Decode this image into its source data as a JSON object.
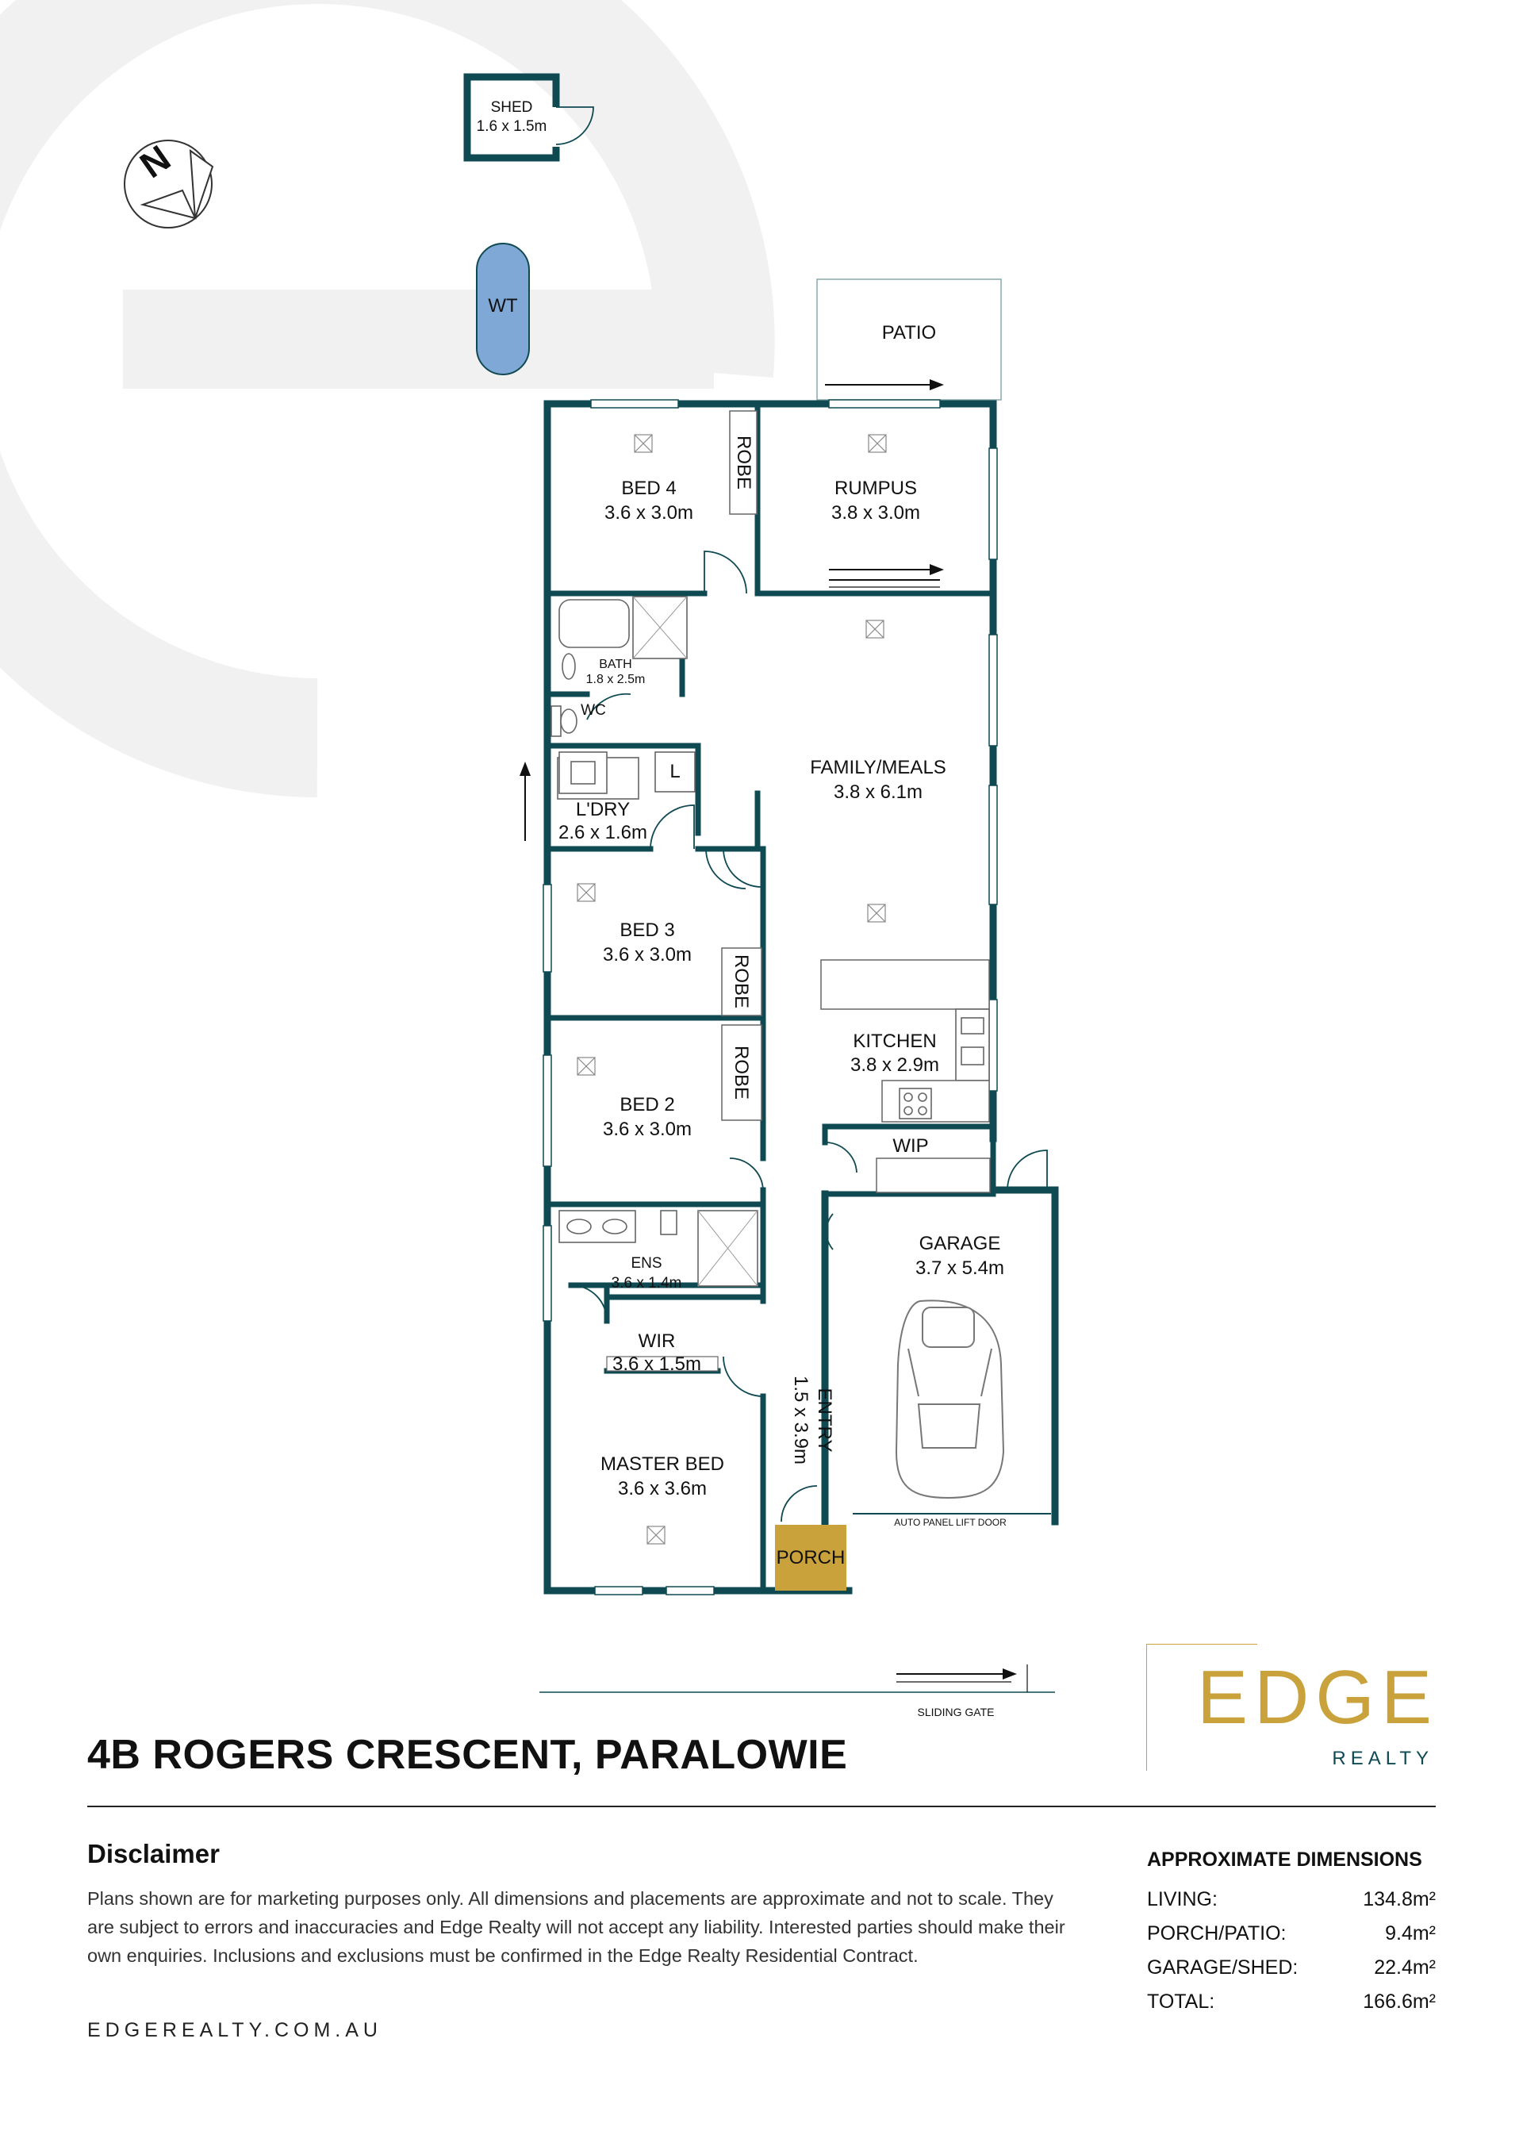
{
  "address": "4B ROGERS CRESCENT, PARALOWIE",
  "rooms": {
    "shed": {
      "name": "SHED",
      "size": "1.6 x 1.5m"
    },
    "water_tank": {
      "name": "WT"
    },
    "patio": {
      "name": "PATIO"
    },
    "bed4": {
      "name": "BED 4",
      "size": "3.6 x 3.0m"
    },
    "rumpus": {
      "name": "RUMPUS",
      "size": "3.8 x 3.0m"
    },
    "bath": {
      "name": "BATH",
      "size": "1.8 x 2.5m"
    },
    "wc": {
      "name": "WC"
    },
    "laundry": {
      "name": "L'DRY",
      "size": "2.6 x 1.6m",
      "linen": "L"
    },
    "family_meals": {
      "name": "FAMILY/MEALS",
      "size": "3.8 x 6.1m"
    },
    "bed3": {
      "name": "BED 3",
      "size": "3.6 x 3.0m"
    },
    "bed2": {
      "name": "BED 2",
      "size": "3.6 x 3.0m"
    },
    "kitchen": {
      "name": "KITCHEN",
      "size": "3.8 x 2.9m"
    },
    "wip": {
      "name": "WIP"
    },
    "garage": {
      "name": "GARAGE",
      "size": "3.7 x 5.4m"
    },
    "ens": {
      "name": "ENS",
      "size": "3.6 x 1.4m"
    },
    "wir": {
      "name": "WIR",
      "size": "3.6 x 1.5m"
    },
    "entry": {
      "name": "ENTRY",
      "size": "1.5 x 3.9m"
    },
    "master": {
      "name": "MASTER BED",
      "size": "3.6 x 3.6m"
    },
    "porch": {
      "name": "PORCH"
    },
    "robe": "ROBE"
  },
  "annotations": {
    "garage_door": "AUTO PANEL LIFT DOOR",
    "sliding_gate": "SLIDING GATE"
  },
  "brand": {
    "name": "EDGE",
    "sub": "REALTY"
  },
  "disclaimer": {
    "heading": "Disclaimer",
    "text": "Plans shown are for marketing purposes only. All dimensions and placements are approximate and not to scale. They are subject to errors and inaccuracies and Edge Realty will not accept any liability. Interested parties should make their own enquiries. Inclusions and exclusions must be confirmed in the Edge Realty Residential Contract."
  },
  "website": "EDGEREALTY.COM.AU",
  "dimensions": {
    "heading": "APPROXIMATE DIMENSIONS",
    "rows": [
      {
        "label": "LIVING:",
        "value": "134.8m²"
      },
      {
        "label": "PORCH/PATIO:",
        "value": "9.4m²"
      },
      {
        "label": "GARAGE/SHED:",
        "value": "22.4m²"
      },
      {
        "label": "TOTAL:",
        "value": "166.6m²"
      }
    ]
  },
  "colors": {
    "wall": "#0f4a52",
    "porch": "#c9a23c",
    "tank": "#7fa8d6",
    "brand_gold": "#c9a23c",
    "watermark": "#f1f1f1"
  }
}
